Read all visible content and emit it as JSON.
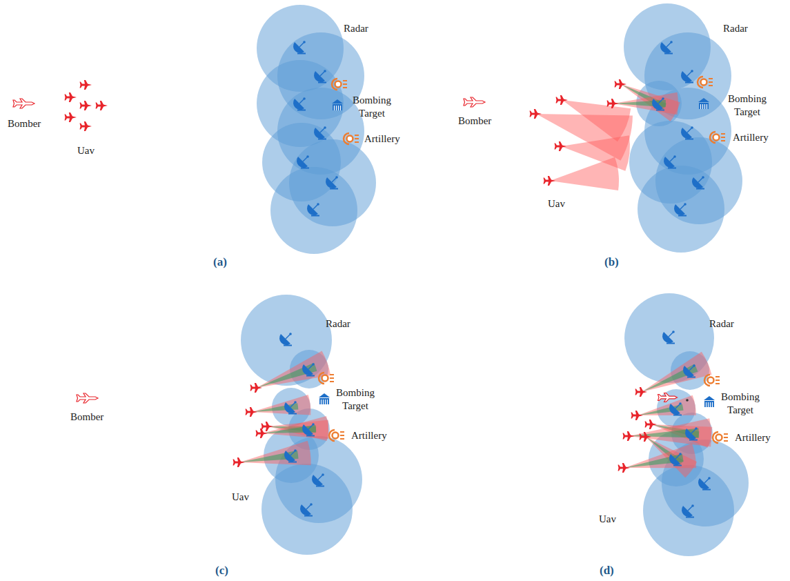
{
  "diagram": {
    "labels": [
      "Radar",
      "Bombing Target",
      "Artillery",
      "Bomber",
      "Uav",
      "(a)",
      "Radar",
      "Bombing Target",
      "Artillery",
      "Bomber",
      "Uav",
      "(b)",
      "Radar",
      "Bombing Target",
      "Artillery",
      "Bomber",
      "Uav",
      "(c)",
      "Radar",
      "Bombing Target",
      "Artillery",
      "Uav",
      "(d)"
    ]
  }
}
